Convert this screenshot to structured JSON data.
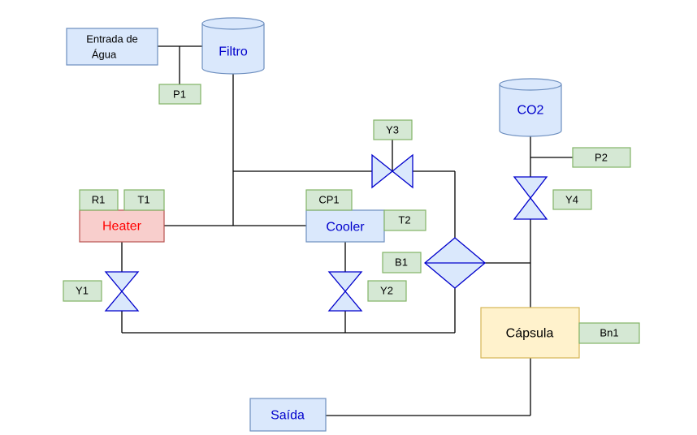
{
  "colors": {
    "blue_fill": "#dae8fc",
    "blue_stroke": "#6c8ebf",
    "green_fill": "#d5e8d4",
    "green_stroke": "#82b366",
    "red_fill": "#f8cecc",
    "red_stroke": "#b85450",
    "yellow_fill": "#fff2cc",
    "yellow_stroke": "#d6b656",
    "valve_stroke": "#0000cc"
  },
  "nodes": {
    "entrada_line1": "Entrada de",
    "entrada_line2": "Água",
    "filtro": "Filtro",
    "co2": "CO2",
    "heater": "Heater",
    "cooler": "Cooler",
    "capsula": "Cápsula",
    "saida": "Saída"
  },
  "tags": {
    "p1": "P1",
    "p2": "P2",
    "y1": "Y1",
    "y2": "Y2",
    "y3": "Y3",
    "y4": "Y4",
    "r1": "R1",
    "t1": "T1",
    "cp1": "CP1",
    "t2": "T2",
    "b1": "B1",
    "bn1": "Bn1"
  }
}
